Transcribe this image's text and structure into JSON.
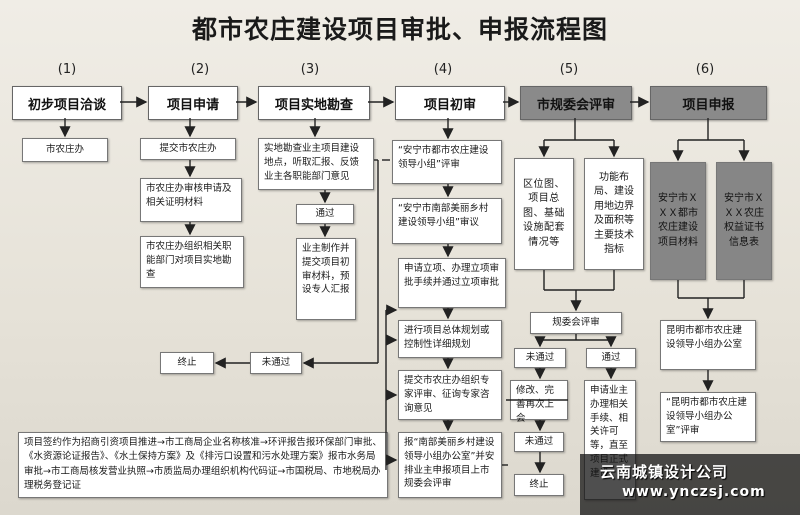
{
  "title": "都市农庄建设项目审批、申报流程图",
  "columns": [
    {
      "num": "(1)",
      "header": "初步项目洽谈"
    },
    {
      "num": "(2)",
      "header": "项目申请"
    },
    {
      "num": "(3)",
      "header": "项目实地勘查"
    },
    {
      "num": "(4)",
      "header": "项目初审"
    },
    {
      "num": "(5)",
      "header": "市规委会评审"
    },
    {
      "num": "(6)",
      "header": "项目申报"
    }
  ],
  "col1": {
    "office": "市农庄办"
  },
  "col2": {
    "submit": "提交市农庄办",
    "review": "市农庄办审核申请及相关证明材料",
    "organize": "市农庄办组织相关职能部门对项目实地勘查"
  },
  "col3": {
    "survey": "实地勘查业主项目建设地点，听取汇报、反馈业主各职能部门意见",
    "pass": "通过",
    "prepare": "业主制作并提交项目初审材料，预设专人汇报",
    "fail": "未通过",
    "end": "终止"
  },
  "col4": {
    "step1": "“安宁市都市农庄建设领导小组”评审",
    "step2": "“安宁市南部美丽乡村建设领导小组”审议",
    "step3": "申请立项、办理立项审批手续并通过立项审批",
    "step4": "进行项目总体规划或控制性详细规划",
    "step5": "提交市农庄办组织专家评审、征询专家咨询意见",
    "step6": "报“南部美丽乡村建设领导小组办公室”并安排业主申报项目上市规委会评审"
  },
  "col5": {
    "left": "区位图、项目总图、基础设施配套情况等",
    "right": "功能布局、建设用地边界及面积等主要技术指标",
    "committee": "规委会评审",
    "fail": "未通过",
    "pass": "通过",
    "revise": "修改、完善再次上会",
    "fail2": "未通过",
    "end": "终止",
    "process": "申请业主办理相关手续、相关许可等，直至项目正式建设"
  },
  "col6": {
    "left": "安宁市ＸＸＸ都市农庄建设项目材料",
    "right": "安宁市ＸＸＸ农庄权益证书信息表",
    "office": "昆明市都市农庄建设领导小组办公室",
    "review": "“昆明市都市农庄建设领导小组办公室”评审"
  },
  "bottom_note": "项目签约作为招商引资项目推进→市工商局企业名称核准→环评报告报环保部门审批、《水资源论证报告》、《水土保持方案》及《排污口设置和污水处理方案》报市水务局审批→市工商局核发营业执照→市质监局办理组织机构代码证→市国税局、市地税局办理税务登记证",
  "watermark": {
    "name": "云南城镇设计公司",
    "url": "www.ynczsj.com"
  },
  "colors": {
    "box": "#ffffff",
    "gray_box": "#868686",
    "line": "#222222"
  }
}
